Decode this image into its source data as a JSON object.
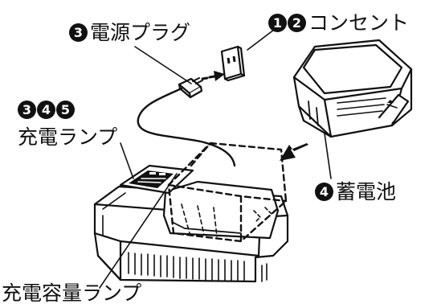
{
  "labels": {
    "plug": {
      "badges": [
        "3"
      ],
      "text": "電源プラグ"
    },
    "outlet": {
      "badges": [
        "1",
        "2"
      ],
      "text": "コンセント"
    },
    "charge_lamp": {
      "badges": [
        "3",
        "4",
        "5"
      ],
      "text": "充電ランプ"
    },
    "battery": {
      "badges": [
        "4"
      ],
      "text": "蓄電池"
    },
    "capacity_lamp": {
      "text": "充電容量ランプ"
    }
  },
  "icons": {
    "outlet": "wall-outlet-icon",
    "plug": "power-plug-icon",
    "battery": "battery-pack-icon",
    "charger": "charger-base-icon"
  }
}
